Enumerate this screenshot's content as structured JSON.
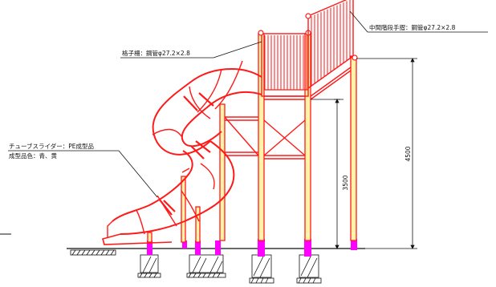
{
  "annotations": {
    "handrail": "中間階段手摺：鋼管φ27.2×2.8",
    "lattice": "格子柵：鋼管φ27.2×2.8",
    "slider_line1": "チューブスライダー：PE成型品",
    "slider_line2": "成型品色：青、黄"
  },
  "dimensions": {
    "deck_height": "3500",
    "total_height": "4500"
  },
  "colors": {
    "structure": "#ff1a1a",
    "post_fill": "#fff4a8",
    "footing": "#ff00ff",
    "ink": "#111111"
  }
}
